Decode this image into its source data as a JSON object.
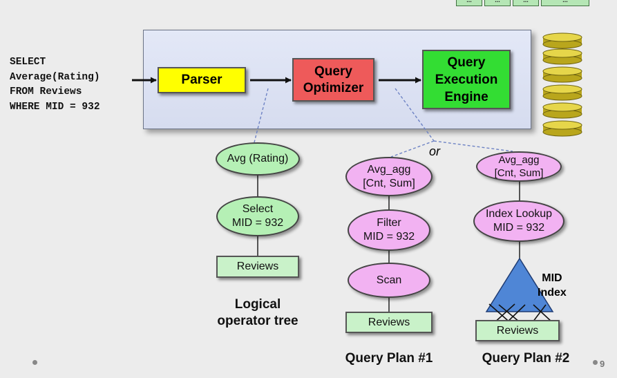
{
  "sql_query": [
    "SELECT",
    "Average(Rating)",
    "FROM Reviews",
    "WHERE MID = 932"
  ],
  "components": {
    "parser": "Parser",
    "optimizer": [
      "Query",
      "Optimizer"
    ],
    "execution_engine": [
      "Query",
      "Execution",
      "Engine"
    ]
  },
  "top_tabs": [
    "...",
    "...",
    "...",
    "..."
  ],
  "or_label": "or",
  "logical_tree": {
    "root": "Avg (Rating)",
    "select": [
      "Select",
      "MID = 932"
    ],
    "leaf": "Reviews",
    "caption": [
      "Logical",
      "operator tree"
    ]
  },
  "plan1": {
    "root": [
      "Avg_agg",
      "[Cnt, Sum]"
    ],
    "filter": [
      "Filter",
      "MID = 932"
    ],
    "scan": "Scan",
    "leaf": "Reviews",
    "caption": "Query Plan #1"
  },
  "plan2": {
    "root": [
      "Avg_agg",
      "[Cnt, Sum]"
    ],
    "lookup": [
      "Index Lookup",
      "MID = 932"
    ],
    "index_label": [
      "MID",
      "Index"
    ],
    "leaf": "Reviews",
    "caption": "Query Plan #2"
  },
  "page_number": "9",
  "colors": {
    "parser": "#ffff00",
    "optimizer": "#ee5a5a",
    "execution_engine": "#33dd33",
    "logical_node": "#b5f0b5",
    "physical_node": "#f2b2f2",
    "table_box": "#c9f2c9",
    "index_triangle": "#4f86d6",
    "disk": "#e6d64a"
  },
  "icons": [
    "disk-stack-icon",
    "index-triangle-icon"
  ]
}
